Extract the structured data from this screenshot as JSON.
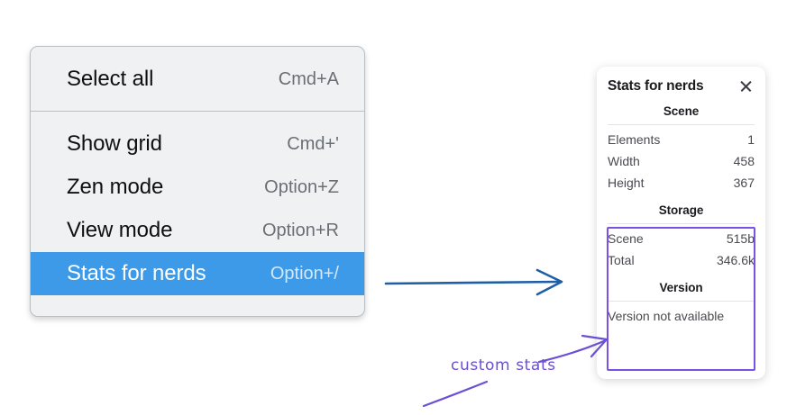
{
  "colors": {
    "menu_background": "#f0f1f3",
    "menu_highlight": "#3d9ae8",
    "annotation_blue": "#1f5fa8",
    "annotation_purple": "#6b4fd4",
    "highlight_box_purple": "#7a52e0",
    "panel_background": "#ffffff",
    "page_background": "#ffffff"
  },
  "context_menu": {
    "name": "context-menu",
    "sections": [
      {
        "items": [
          {
            "label": "Select all",
            "shortcut": "Cmd+A",
            "selected": false
          }
        ]
      },
      {
        "items": [
          {
            "label": "Show grid",
            "shortcut": "Cmd+'",
            "selected": false
          },
          {
            "label": "Zen mode",
            "shortcut": "Option+Z",
            "selected": false
          },
          {
            "label": "View mode",
            "shortcut": "Option+R",
            "selected": false
          },
          {
            "label": "Stats for nerds",
            "shortcut": "Option+/",
            "selected": true
          }
        ]
      }
    ]
  },
  "stats_panel": {
    "title": "Stats for nerds",
    "close_icon": "close-icon",
    "sections": [
      {
        "heading": "Scene",
        "rows": [
          {
            "key": "Elements",
            "value": "1"
          },
          {
            "key": "Width",
            "value": "458"
          },
          {
            "key": "Height",
            "value": "367"
          }
        ]
      },
      {
        "heading": "Storage",
        "rows": [
          {
            "key": "Scene",
            "value": "515b"
          },
          {
            "key": "Total",
            "value": "346.6k"
          }
        ]
      },
      {
        "heading": "Version",
        "note": "Version not available",
        "rows": []
      }
    ]
  },
  "annotations": {
    "custom_stats_label": "custom stats",
    "arrow_blue": "arrow-right",
    "arrow_purple": "arrow-up-right"
  }
}
